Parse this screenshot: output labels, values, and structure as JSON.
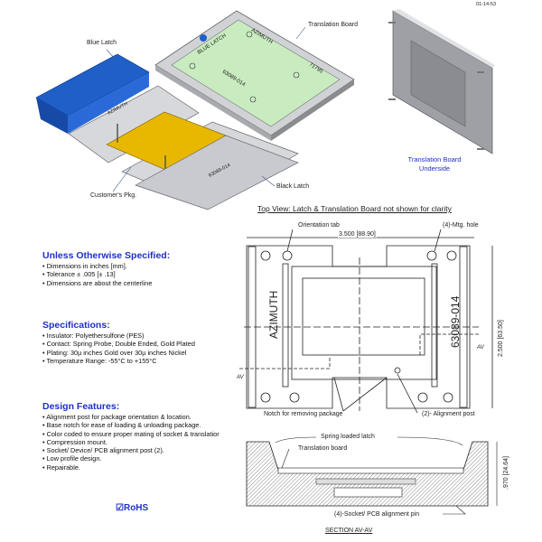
{
  "doc_code": "01-14-53",
  "iso_view": {
    "callouts": {
      "blue_latch": "Blue Latch",
      "translation_board": "Translation Board",
      "customers_pkg": "Customer's Pkg.",
      "black_latch": "Black Latch"
    },
    "board_text": {
      "blue_latch": "BLUE LATCH",
      "brand": "AZIMUTH",
      "part": "63089-014",
      "num": "71795"
    },
    "socket_text": {
      "brand": "AZIMUTH",
      "part": "63089-014"
    }
  },
  "underside": {
    "line1": "Translation Board",
    "line2": "Underside"
  },
  "top_view": {
    "title": "Top View:  Latch & Translation Board not shown for clarity",
    "orientation_tab": "Orientation tab",
    "mtg_hole": "(4)-Mtg. hole",
    "width_dim": "3.500 [88.90]",
    "height_dim": "2.500 [63.50]",
    "brand": "AZIMUTH",
    "part": "63089-014",
    "section_mark": "AV",
    "notch": "Notch for removing package",
    "alignment_post": "(2)- Alignment post"
  },
  "section": {
    "spring_latch": "Spring loaded latch",
    "translation_board": "Translation board",
    "height_dim": ".970 [24.64]",
    "alignment_pin": "(4)-Socket/ PCB alignment pin",
    "title": "SECTION AV-AV"
  },
  "unless": {
    "heading": "Unless Otherwise Specified:",
    "items": [
      "Dimensions in inches [mm].",
      "Tolerance ± .005 [± .13]",
      "Dimensions are about the centerline"
    ]
  },
  "specs": {
    "heading": "Specifications:",
    "items": [
      "Insulator: Polyethersulfone (PES)",
      "Contact: Spring Probe, Double Ended, Gold Plated",
      "Plating: 30µ inches Gold over 30µ inches Nickel",
      "Temperature Range: -55°C to +155°C"
    ]
  },
  "features": {
    "heading": "Design Features:",
    "items": [
      "Alignment post for package orientation & location.",
      "Base notch for ease of loading & unloading package.",
      "Color coded to ensure proper mating of socket & translatior",
      "Compression mount.",
      "Socket/ Device/ PCB alignment post (2).",
      "Low profile design.",
      "Repairable."
    ]
  },
  "rohs": {
    "check": "☑",
    "label": "RoHS"
  },
  "colors": {
    "heading": "#1f2fc8",
    "latch": "#1f5fc8",
    "board": "#c8ecc0",
    "pkg": "#e8b800"
  }
}
